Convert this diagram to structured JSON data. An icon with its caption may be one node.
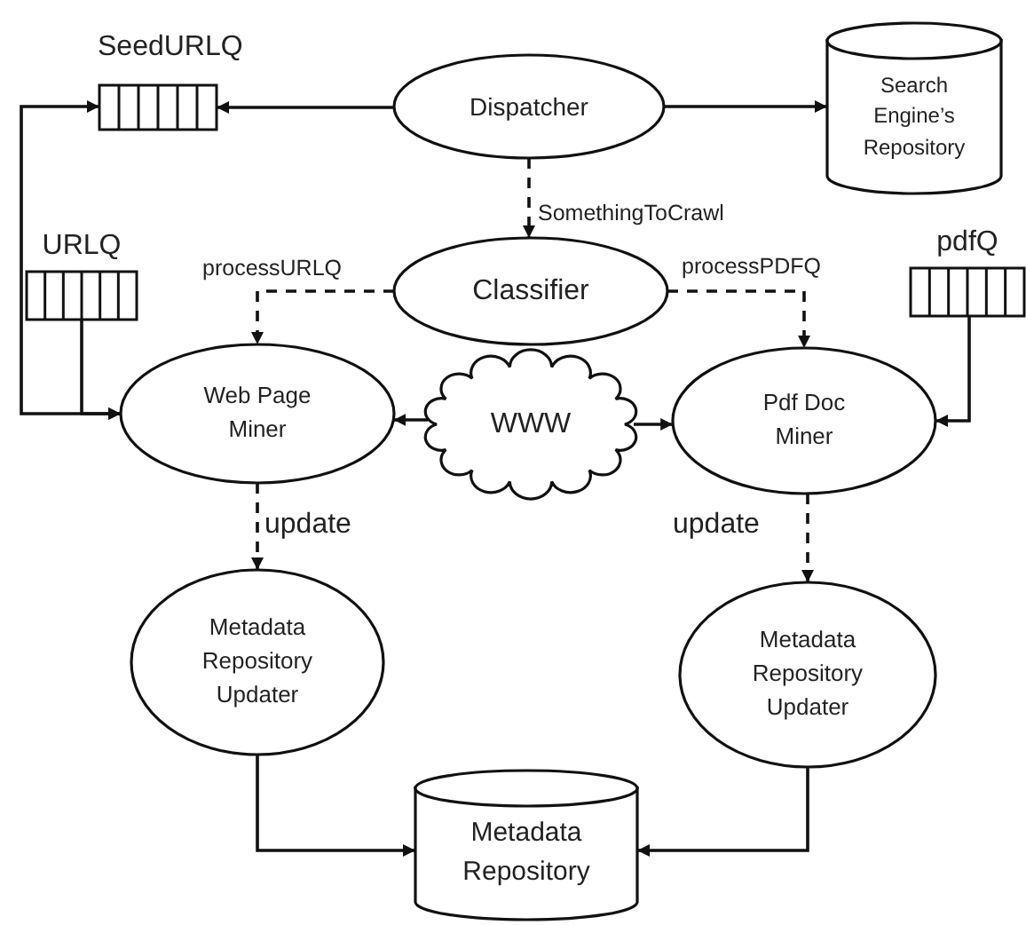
{
  "diagram": {
    "nodes": [
      {
        "text": [
          "SeedURLQ"
        ]
      },
      {
        "text": [
          "Dispatcher"
        ]
      },
      {
        "text": [
          "Search Engine’s Repository"
        ]
      },
      {
        "text": [
          "Classifier"
        ]
      },
      {
        "text": [
          "URLQ"
        ]
      },
      {
        "text": [
          "pdfQ"
        ]
      },
      {
        "text": [
          "Web Page Miner"
        ]
      },
      {
        "text": [
          "WWW"
        ]
      },
      {
        "text": [
          "Pdf Doc Miner"
        ]
      },
      {
        "text": [
          "Metadata Repository Updater"
        ]
      },
      {
        "text": [
          "Metadata Repository Updater"
        ]
      },
      {
        "text": [
          "Metadata Repository"
        ]
      }
    ],
    "edges": [
      {
        "from": 1,
        "to": 0,
        "arrow": "to"
      },
      {
        "from": 1,
        "to": 2,
        "arrow": "to"
      },
      {
        "from": 1,
        "to": 3,
        "arrow": "to",
        "style": "dashed",
        "label": "SomethingToCrawl"
      },
      {
        "from": 3,
        "to": 6,
        "arrow": "to",
        "style": "dashed",
        "label": "processURLQ"
      },
      {
        "from": 3,
        "to": 8,
        "arrow": "to",
        "style": "dashed",
        "label": "processPDFQ"
      },
      {
        "from": 0,
        "to": 6,
        "arrow": "both"
      },
      {
        "from": 4,
        "to": 6,
        "arrow": "to"
      },
      {
        "from": 7,
        "to": 6,
        "arrow": "to"
      },
      {
        "from": 7,
        "to": 8,
        "arrow": "to"
      },
      {
        "from": 5,
        "to": 8,
        "arrow": "to"
      },
      {
        "from": 6,
        "to": 9,
        "arrow": "to",
        "style": "dashed",
        "label": "update"
      },
      {
        "from": 8,
        "to": 10,
        "arrow": "to",
        "style": "dashed",
        "label": "update"
      },
      {
        "from": 9,
        "to": 11,
        "arrow": "to"
      },
      {
        "from": 10,
        "to": 11,
        "arrow": "to"
      }
    ]
  }
}
